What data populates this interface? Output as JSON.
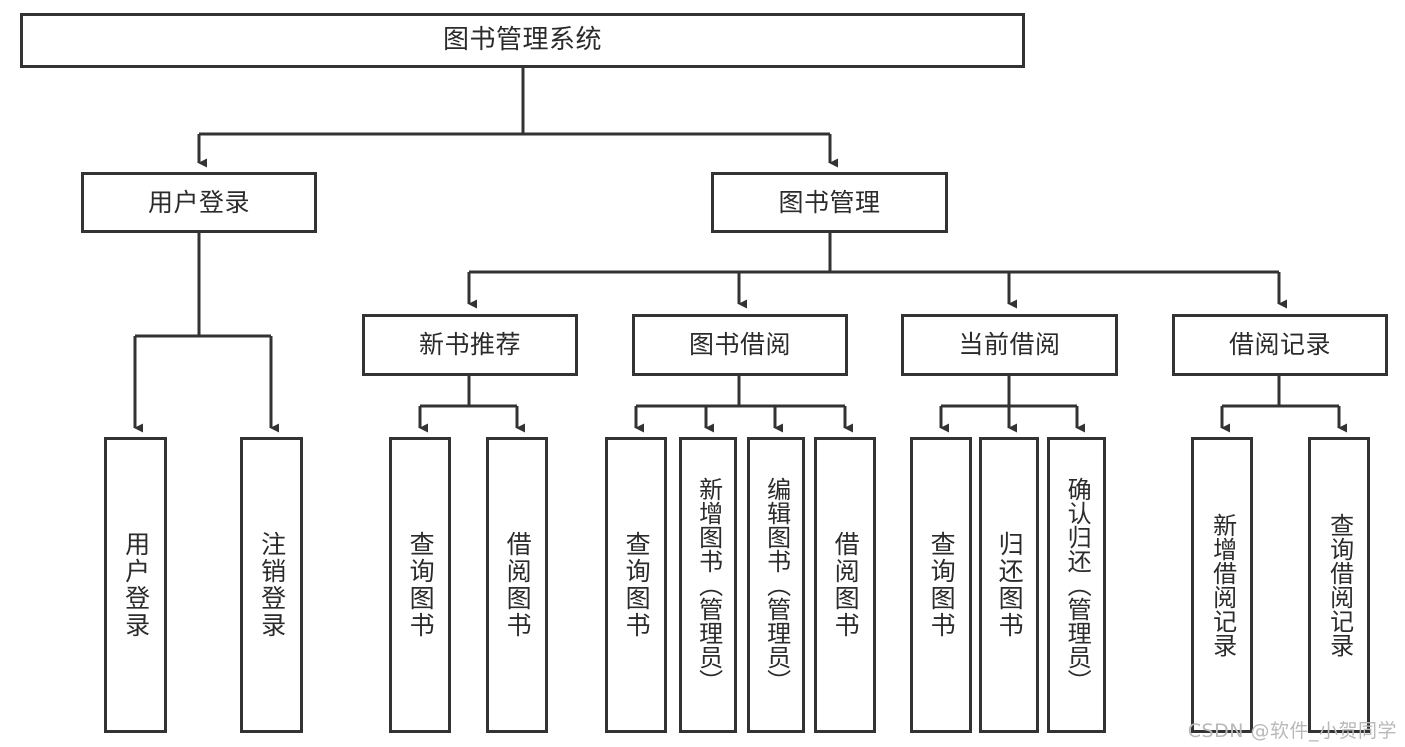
{
  "diagram": {
    "title": "图书管理系统",
    "type": "hierarchy-tree",
    "root": {
      "label": "图书管理系统"
    },
    "level2": [
      {
        "label": "用户登录"
      },
      {
        "label": "图书管理"
      }
    ],
    "level3": [
      {
        "label": "新书推荐"
      },
      {
        "label": "图书借阅"
      },
      {
        "label": "当前借阅"
      },
      {
        "label": "借阅记录"
      }
    ],
    "leaves_user_login": [
      {
        "label": "用户登录"
      },
      {
        "label": "注销登录"
      }
    ],
    "leaves_new_book": [
      {
        "label": "查询图书"
      },
      {
        "label": "借阅图书"
      }
    ],
    "leaves_borrow": [
      {
        "label": "查询图书"
      },
      {
        "label": "新增图书（管理员）"
      },
      {
        "label": "编辑图书（管理员）"
      },
      {
        "label": "借阅图书"
      }
    ],
    "leaves_current": [
      {
        "label": "查询图书"
      },
      {
        "label": "归还图书"
      },
      {
        "label": "确认归还（管理员）"
      }
    ],
    "leaves_records": [
      {
        "label": "新增借阅记录"
      },
      {
        "label": "查询借阅记录"
      }
    ]
  },
  "watermark": {
    "text": "CSDN @软件_小贺同学"
  },
  "colors": {
    "stroke": "#333333",
    "text": "#2b2b2b",
    "background": "#ffffff",
    "watermark": "#b9b9b9"
  }
}
